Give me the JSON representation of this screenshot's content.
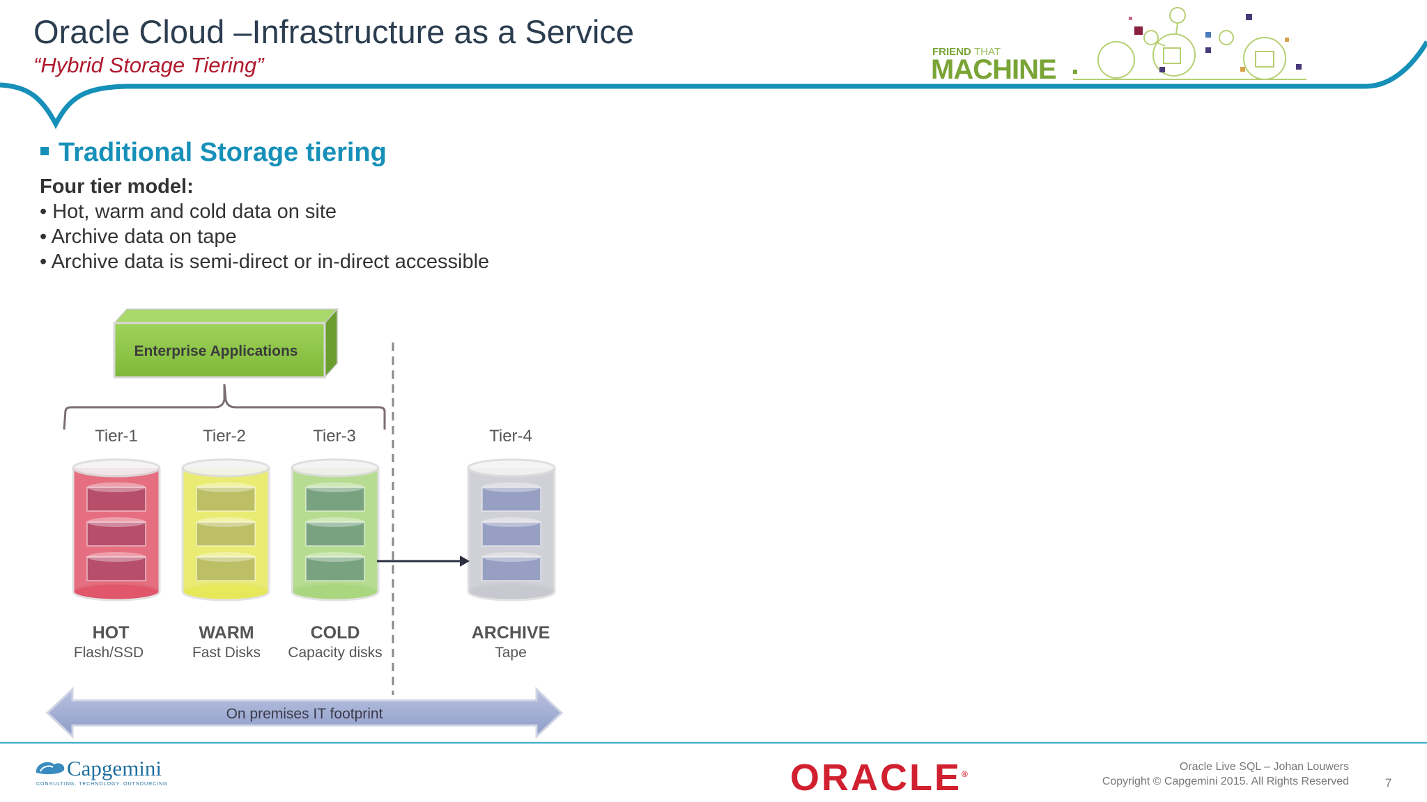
{
  "header": {
    "title": "Oracle Cloud –Infrastructure as a Service",
    "subtitle": "“Hybrid Storage Tiering”",
    "logo_small": "FRIEND",
    "logo_small_light": "THAT",
    "logo_big": "MACHINE"
  },
  "content": {
    "section_heading": "Traditional Storage tiering",
    "model_label": "Four tier model:",
    "bullets": [
      "• Hot, warm and cold data on site",
      "• Archive data on tape",
      "• Archive data is semi-direct or in-direct accessible"
    ]
  },
  "diagram": {
    "enterprise_box": "Enterprise Applications",
    "tiers": [
      {
        "tier": "Tier-1",
        "name": "HOT",
        "media": "Flash/SSD",
        "color": "#e0566a"
      },
      {
        "tier": "Tier-2",
        "name": "WARM",
        "media": "Fast Disks",
        "color": "#e6e85a"
      },
      {
        "tier": "Tier-3",
        "name": "COLD",
        "media": "Capacity disks",
        "color": "#a9d67e"
      },
      {
        "tier": "Tier-4",
        "name": "ARCHIVE",
        "media": "Tape",
        "color": "#c8c8d0"
      }
    ],
    "footprint_label": "On premises IT footprint"
  },
  "footer": {
    "company": "Capgemini",
    "company_tagline": "CONSULTING. TECHNOLOGY. OUTSOURCING",
    "oracle_logo": "ORACLE",
    "line1": "Oracle Live SQL – Johan Louwers",
    "line2": "Copyright © Capgemini 2015. All Rights Reserved",
    "page_number": "7"
  },
  "colors": {
    "accent_blue": "#1690b8",
    "subtitle_red": "#b0192e",
    "oracle_red": "#d1202f",
    "enterprise_green": "#8cc63f",
    "footprint_arrow": "#a4b0d4"
  }
}
